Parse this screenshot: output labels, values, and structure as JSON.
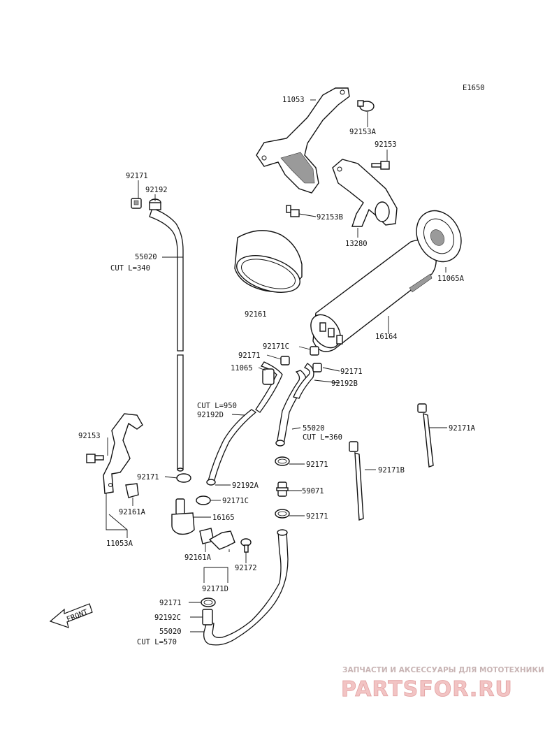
{
  "diagram_code": "E1650",
  "front_arrow": {
    "text": "FRONT",
    "icon": "front-direction-arrow-icon"
  },
  "labels": {
    "p11053": "11053",
    "p92153A": "92153A",
    "p92153": "92153",
    "p92153B": "92153B",
    "p13280": "13280",
    "p11065A": "11065A",
    "p92171_top": "92171",
    "p92192_top": "92192",
    "p55020_a": "55020",
    "cut_340": "CUT L=340",
    "p92161": "92161",
    "p16164": "16164",
    "p92171C_a": "92171C",
    "p92171_b": "92171",
    "p11065": "11065",
    "p92171_c": "92171",
    "p92192B": "92192B",
    "cut_950": "CUT L=950",
    "p92192D": "92192D",
    "p55020_b": "55020",
    "cut_360": "CUT L=360",
    "p92171A": "92171A",
    "p92153_left": "92153",
    "p92171_d": "92171",
    "p92171B": "92171B",
    "p92171_e": "92171",
    "p92192A": "92192A",
    "p59071": "59071",
    "p92171C_b": "92171C",
    "p92171_f": "92171",
    "p92161A_a": "92161A",
    "p16165": "16165",
    "p11053A": "11053A",
    "p92161A_b": "92161A",
    "p92172": "92172",
    "p92171D": "92171D",
    "p92171_g": "92171",
    "p92192C": "92192C",
    "p55020_c": "55020",
    "cut_570": "CUT L=570"
  },
  "watermark": {
    "tagline": "ЗАПЧАСТИ И АКСЕССУАРЫ ДЛЯ МОТОТЕХНИКИ",
    "logo": "PARTSFOR.RU"
  }
}
